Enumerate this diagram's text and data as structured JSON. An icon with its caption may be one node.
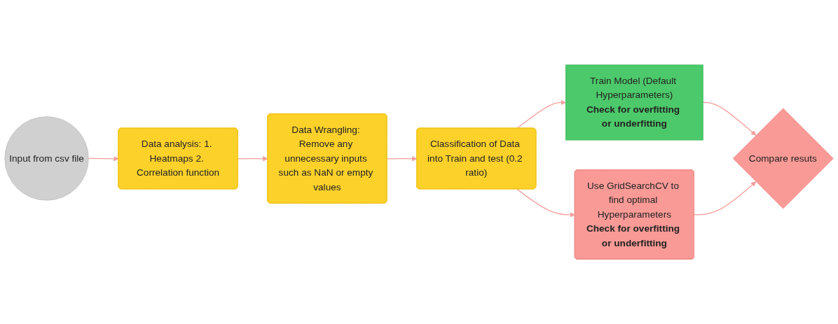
{
  "diagram": {
    "nodes": [
      {
        "text": [
          "Input from csv file"
        ]
      },
      {
        "text": [
          "Data analysis: 1. Heatmaps 2. Correlation function"
        ]
      },
      {
        "text": [
          "Data Wrangling: Remove any unnecessary inputs such as NaN or empty values"
        ]
      },
      {
        "text": [
          "Classification of Data into Train and test (0.2 ratio)"
        ]
      },
      {
        "text": [
          "Train Model (Default Hyperparameters)",
          "Check for overfitting or underfitting"
        ]
      },
      {
        "text": [
          "Use GridSearchCV to find optimal Hyperparameters",
          "Check for overfitting or underfitting"
        ]
      },
      {
        "text": [
          "Compare resuts"
        ]
      }
    ],
    "edges": [
      {
        "from": 0,
        "to": 1,
        "arrow": "to"
      },
      {
        "from": 1,
        "to": 2,
        "arrow": "to"
      },
      {
        "from": 2,
        "to": 3,
        "arrow": "to"
      },
      {
        "from": 3,
        "to": 4,
        "arrow": "to"
      },
      {
        "from": 3,
        "to": 5,
        "arrow": "to"
      },
      {
        "from": 4,
        "to": 6,
        "arrow": "to"
      },
      {
        "from": 5,
        "to": 6,
        "arrow": "to"
      }
    ]
  }
}
